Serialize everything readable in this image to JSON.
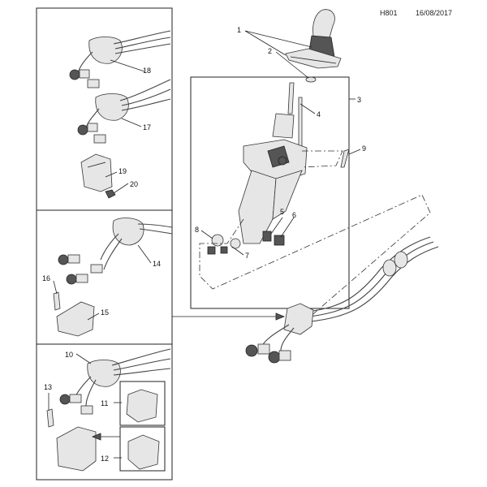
{
  "header": {
    "code": "H801",
    "date": "16/08/2017"
  },
  "callouts": [
    "1",
    "2",
    "3",
    "4",
    "5",
    "6",
    "7",
    "8",
    "9",
    "10",
    "11",
    "12",
    "13",
    "14",
    "15",
    "16",
    "17",
    "18",
    "19",
    "20"
  ]
}
